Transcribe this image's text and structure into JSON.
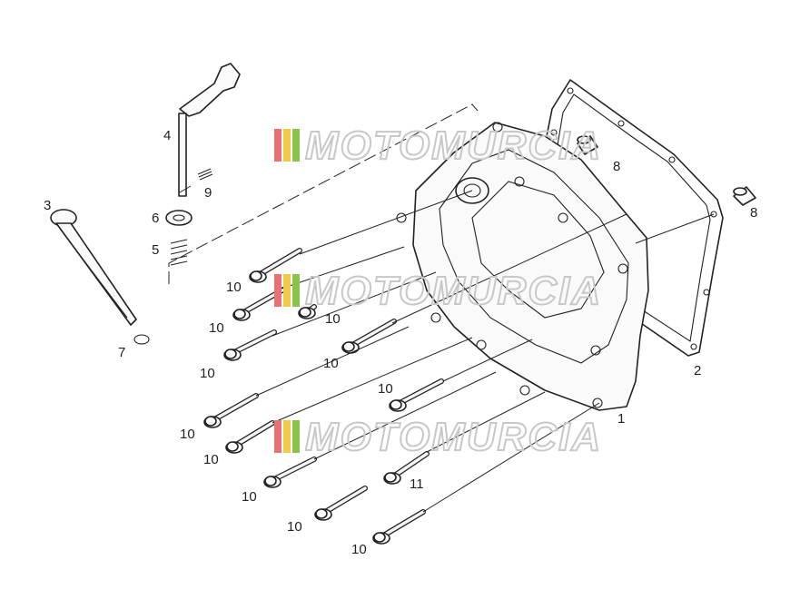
{
  "watermark": {
    "text": "MOTOMURCIA",
    "stripe_colors": [
      "#e57373",
      "#f2c94c",
      "#8bc34a",
      "#9e9e9e"
    ]
  },
  "callouts": [
    {
      "id": "c1",
      "text": "1"
    },
    {
      "id": "c2",
      "text": "2"
    },
    {
      "id": "c3",
      "text": "3"
    },
    {
      "id": "c4",
      "text": "4"
    },
    {
      "id": "c5",
      "text": "5"
    },
    {
      "id": "c6",
      "text": "6"
    },
    {
      "id": "c7",
      "text": "7"
    },
    {
      "id": "c8a",
      "text": "8"
    },
    {
      "id": "c8b",
      "text": "8"
    },
    {
      "id": "c9",
      "text": "9"
    },
    {
      "id": "c10a",
      "text": "10"
    },
    {
      "id": "c10b",
      "text": "10"
    },
    {
      "id": "c10c",
      "text": "10"
    },
    {
      "id": "c10d",
      "text": "10"
    },
    {
      "id": "c10e",
      "text": "10"
    },
    {
      "id": "c10f",
      "text": "10"
    },
    {
      "id": "c10g",
      "text": "10"
    },
    {
      "id": "c10h",
      "text": "10"
    },
    {
      "id": "c10i",
      "text": "10"
    },
    {
      "id": "c10j",
      "text": "10"
    },
    {
      "id": "c10k",
      "text": "10"
    },
    {
      "id": "c11",
      "text": "11"
    }
  ]
}
